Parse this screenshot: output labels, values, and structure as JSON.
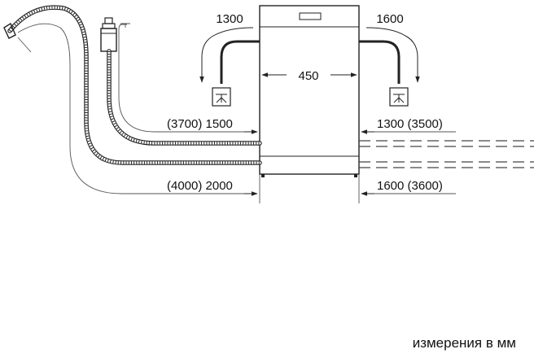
{
  "labels": {
    "left_tap_length": "1300",
    "right_tap_length": "1600",
    "body_width": "450",
    "left_drain_hose": "(3700) 1500",
    "right_supply_hose": "1300 (3500)",
    "left_supply_hose": "(4000) 2000",
    "right_drain_hose": "1600 (3600)"
  },
  "footer": {
    "units_note": "измерения в мм"
  },
  "icons": [
    "tap-valve-icon",
    "drain-hose-icon",
    "aquastop-valve-icon",
    "dishwasher-body"
  ]
}
